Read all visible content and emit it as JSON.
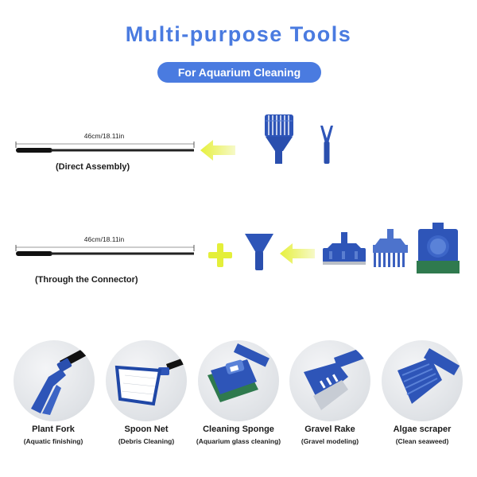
{
  "header": {
    "title": "Multi-purpose Tools",
    "subtitle": "For Aquarium Cleaning"
  },
  "rows": [
    {
      "dimension": "46cm/18.11in",
      "caption": "(Direct Assembly)"
    },
    {
      "dimension": "46cm/18.11in",
      "caption": "(Through the Connector)"
    }
  ],
  "tools": [
    {
      "name": "Plant Fork",
      "description": "(Aquatic finishing)",
      "icon": "plant-fork-icon"
    },
    {
      "name": "Spoon Net",
      "description": "(Debris Cleaning)",
      "icon": "spoon-net-icon"
    },
    {
      "name": "Cleaning Sponge",
      "description": "(Aquarium glass cleaning)",
      "icon": "cleaning-sponge-icon"
    },
    {
      "name": "Gravel Rake",
      "description": "(Gravel modeling)",
      "icon": "gravel-rake-icon"
    },
    {
      "name": "Algae scraper",
      "description": "(Clean seaweed)",
      "icon": "algae-scraper-icon"
    }
  ],
  "colors": {
    "accent": "#4a7be0",
    "tool_blue": "#2e55b8",
    "arrow_yellow": "#e8f24a",
    "sponge_green": "#2f7a4e"
  }
}
